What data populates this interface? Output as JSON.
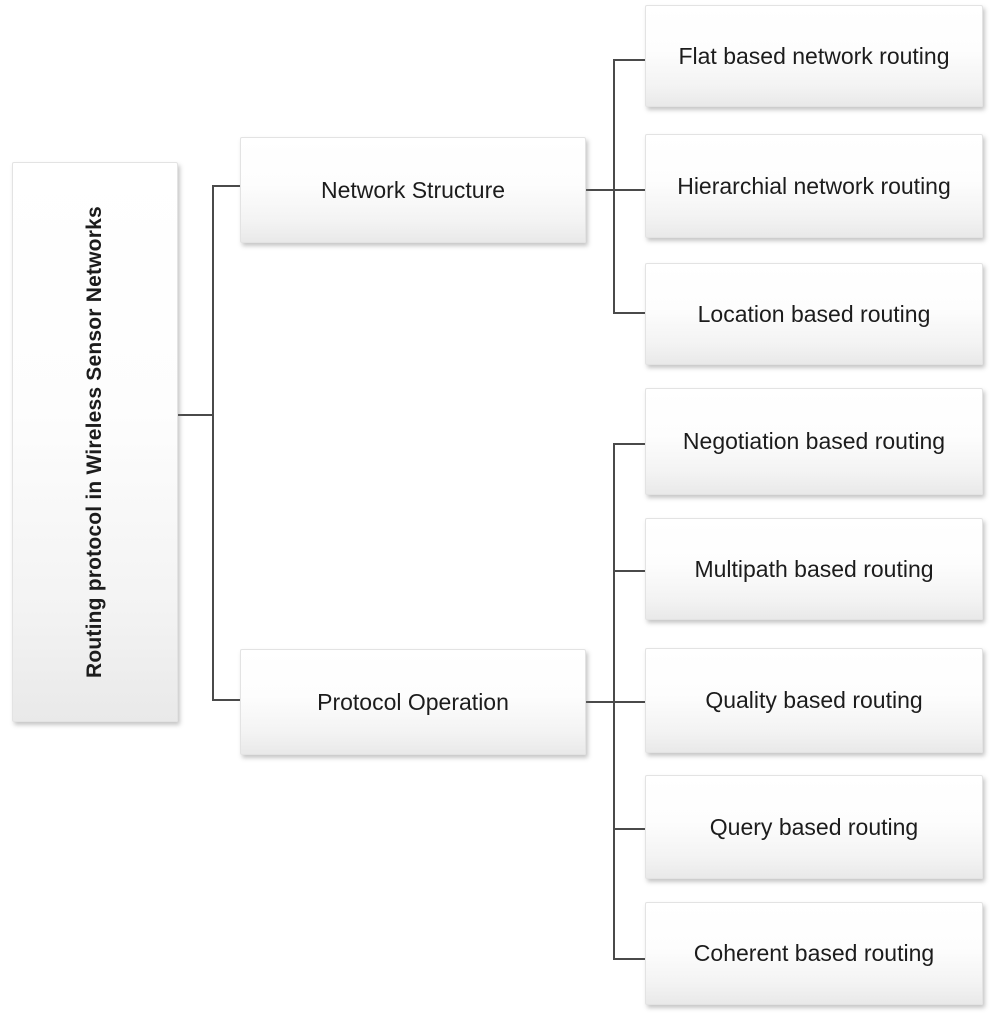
{
  "diagram": {
    "title": "Routing protocol in Wireless Sensor Networks taxonomy",
    "type": "tree",
    "orientation": "left-to-right",
    "colors": {
      "background": "#ffffff",
      "box_fill_top": "#ffffff",
      "box_fill_bottom": "#e9e9e9",
      "box_border": "#e3e3e3",
      "connector": "#4a4a4a",
      "text": "#1c1c1c"
    },
    "root": {
      "label": "Routing protocol in Wireless Sensor Networks",
      "text_orientation": "vertical-bottom-to-top",
      "bold": true
    },
    "categories": [
      {
        "label": "Network Structure",
        "children": [
          "Flat based network routing",
          "Hierarchial network routing",
          "Location based routing"
        ]
      },
      {
        "label": "Protocol Operation",
        "children": [
          "Negotiation based routing",
          "Multipath based routing",
          "Quality based routing",
          "Query based routing",
          "Coherent based routing"
        ]
      }
    ],
    "leaves": [
      "Flat based network routing",
      "Hierarchial network routing",
      "Location based routing",
      "Negotiation based routing",
      "Multipath based routing",
      "Quality based routing",
      "Query based routing",
      "Coherent based routing"
    ]
  }
}
